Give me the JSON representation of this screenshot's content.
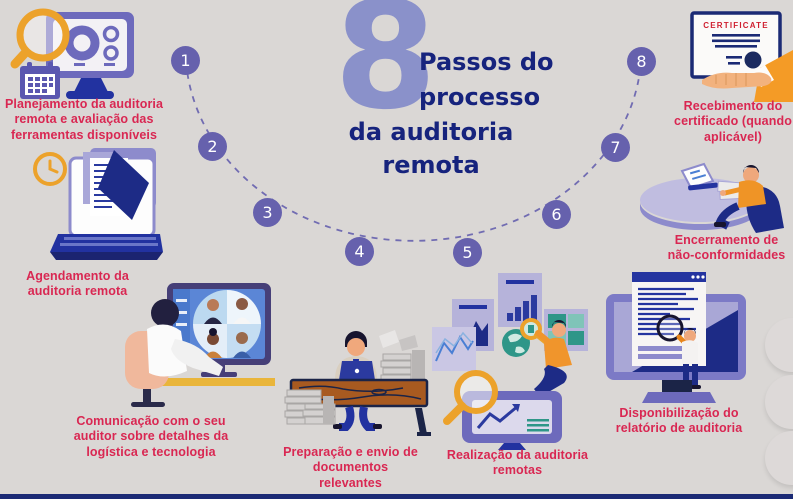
{
  "title": {
    "big_number": "8",
    "line1": "Passos do",
    "line2": "processo",
    "line3": "da auditoria",
    "line4": "remota"
  },
  "steps": [
    {
      "number": "1",
      "label": "Planejamento da auditoria remota e avaliação das ferramentas disponíveis",
      "icon": "magnifier-monitor-calendar-icon"
    },
    {
      "number": "2",
      "label": "Agendamento da auditoria remota",
      "icon": "clock-laptop-documents-icon"
    },
    {
      "number": "3",
      "label": "Comunicação com o seu auditor sobre detalhes da logística e tecnologia",
      "icon": "video-call-meeting-icon"
    },
    {
      "number": "4",
      "label": "Preparação e envio de documentos relevantes",
      "icon": "desk-paperwork-icon"
    },
    {
      "number": "5",
      "label": "Realização da auditoria remotas",
      "icon": "charts-analysis-icon"
    },
    {
      "number": "6",
      "label": "Disponibilização do relatório de auditoria",
      "icon": "report-monitor-icon"
    },
    {
      "number": "7",
      "label": "Encerramento de não-conformidades",
      "icon": "round-table-laptop-icon"
    },
    {
      "number": "8",
      "label": "Recebimento do certificado (quando aplicável)",
      "icon": "certificate-hand-icon"
    }
  ],
  "certificate": {
    "label": "CERTIFICATE"
  },
  "colors": {
    "background": "#dad7d5",
    "step_circle": "#6661ad",
    "big_number": "#8a91ca",
    "title": "#16237d",
    "labels": "#d92752",
    "orange_accent": "#eca22b",
    "navy": "#1d2b86",
    "teal": "#2e9688"
  }
}
